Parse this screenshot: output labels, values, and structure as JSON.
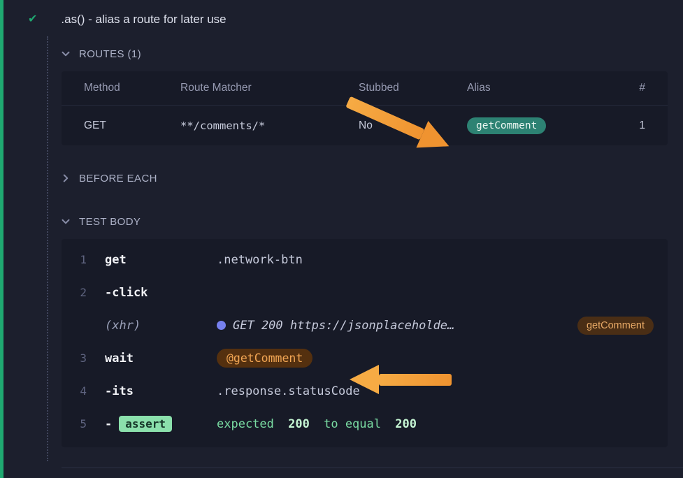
{
  "colors": {
    "pass_green": "#1fa971",
    "annotation_orange": "#f49d35",
    "alias_teal_bg": "#2d8273",
    "alias_brown_bg": "#54300f",
    "assert_green_bg": "#8be0ac"
  },
  "test": {
    "title": ".as() - alias a route for later use",
    "status": "passed"
  },
  "routes": {
    "section_label": "ROUTES (1)",
    "columns": {
      "method": "Method",
      "matcher": "Route Matcher",
      "stubbed": "Stubbed",
      "alias": "Alias",
      "count": "#"
    },
    "row": {
      "method": "GET",
      "matcher": "**/comments/*",
      "stubbed": "No",
      "alias": "getComment",
      "count": "1"
    }
  },
  "before_each": {
    "section_label": "BEFORE EACH"
  },
  "test_body": {
    "section_label": "TEST BODY"
  },
  "commands": {
    "c1": {
      "num": "1",
      "name": "get",
      "message": ".network-btn"
    },
    "c2": {
      "num": "2",
      "name": "-click"
    },
    "xhr": {
      "name": "(xhr)",
      "message": "GET 200 https://jsonplaceholde…",
      "badge": "getComment"
    },
    "c3": {
      "num": "3",
      "name": "wait",
      "badge": "@getComment"
    },
    "c4": {
      "num": "4",
      "name": "-its",
      "message": ".response.statusCode"
    },
    "c5": {
      "num": "5",
      "dash": "-",
      "pill": "assert",
      "parts": {
        "p1": "expected",
        "v1": "200",
        "p2": "to equal",
        "v2": "200"
      }
    }
  }
}
